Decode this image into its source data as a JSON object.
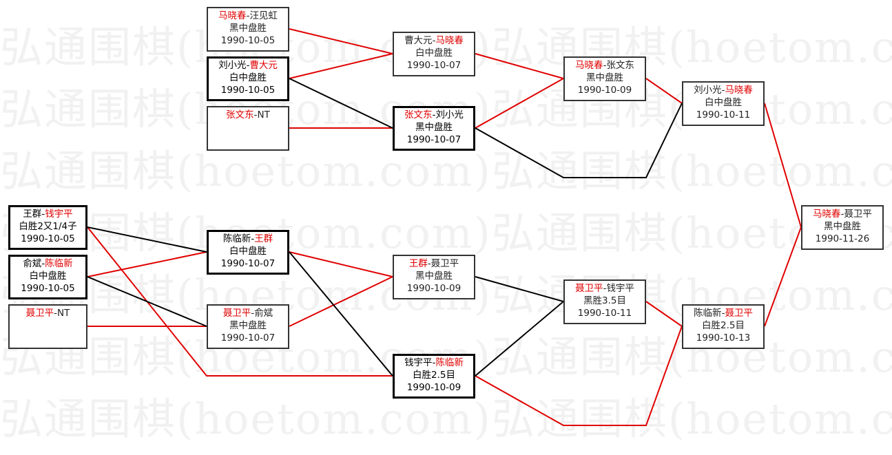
{
  "watermark": "弘通围棋(hoetom.com)弘通围棋(hoetom.com)",
  "colors": {
    "winner": "#e00000",
    "loser": "#000000",
    "watermark": "#f1f1f1"
  },
  "matches": {
    "a1": {
      "p1": "马晓春",
      "p2": "汪见虹",
      "sep": "-",
      "result": "黑中盘胜",
      "date": "1990-10-05",
      "winner": "p1"
    },
    "a2": {
      "p1": "刘小光",
      "p2": "曹大元",
      "sep": "-",
      "result": "白中盘胜",
      "date": "1990-10-05",
      "winner": "p2"
    },
    "a3": {
      "p1": "张文东",
      "p2": "NT",
      "sep": "-",
      "result": "",
      "date": "",
      "winner": "p1"
    },
    "b1": {
      "p1": "曹大元",
      "p2": "马晓春",
      "sep": "-",
      "result": "白中盘胜",
      "date": "1990-10-07",
      "winner": "p2"
    },
    "b2": {
      "p1": "张文东",
      "p2": "刘小光",
      "sep": "-",
      "result": "黑中盘胜",
      "date": "1990-10-07",
      "winner": "p1"
    },
    "c1": {
      "p1": "马晓春",
      "p2": "张文东",
      "sep": "-",
      "result": "黑中盘胜",
      "date": "1990-10-09",
      "winner": "p1"
    },
    "d1": {
      "p1": "刘小光",
      "p2": "马晓春",
      "sep": "-",
      "result": "白中盘胜",
      "date": "1990-10-11",
      "winner": "p2"
    },
    "final": {
      "p1": "马晓春",
      "p2": "聂卫平",
      "sep": "-",
      "result": "黑中盘胜",
      "date": "1990-11-26",
      "winner": "p1"
    },
    "l1": {
      "p1": "王群",
      "p2": "钱宇平",
      "sep": "-",
      "result": "白胜2又1/4子",
      "date": "1990-10-05",
      "winner": "p2"
    },
    "l2": {
      "p1": "俞斌",
      "p2": "陈临新",
      "sep": "-",
      "result": "白中盘胜",
      "date": "1990-10-05",
      "winner": "p2"
    },
    "l3": {
      "p1": "聂卫平",
      "p2": "NT",
      "sep": "-",
      "result": "",
      "date": "",
      "winner": "p1"
    },
    "m1": {
      "p1": "陈临新",
      "p2": "王群",
      "sep": "-",
      "result": "白中盘胜",
      "date": "1990-10-07",
      "winner": "p2"
    },
    "m2": {
      "p1": "聂卫平",
      "p2": "俞斌",
      "sep": "-",
      "result": "黑中盘胜",
      "date": "1990-10-07",
      "winner": "p1"
    },
    "n1": {
      "p1": "王群",
      "p2": "聂卫平",
      "sep": "-",
      "result": "黑中盘胜",
      "date": "1990-10-09",
      "winner": "p1"
    },
    "n2": {
      "p1": "钱宇平",
      "p2": "陈临新",
      "sep": "-",
      "result": "白胜2.5目",
      "date": "1990-10-09",
      "winner": "p2"
    },
    "o1": {
      "p1": "聂卫平",
      "p2": "钱宇平",
      "sep": "-",
      "result": "黑胜3.5目",
      "date": "1990-10-11",
      "winner": "p1"
    },
    "p1": {
      "p1": "陈临新",
      "p2": "聂卫平",
      "sep": "-",
      "result": "白胜2.5目",
      "date": "1990-10-13",
      "winner": "p2"
    }
  }
}
